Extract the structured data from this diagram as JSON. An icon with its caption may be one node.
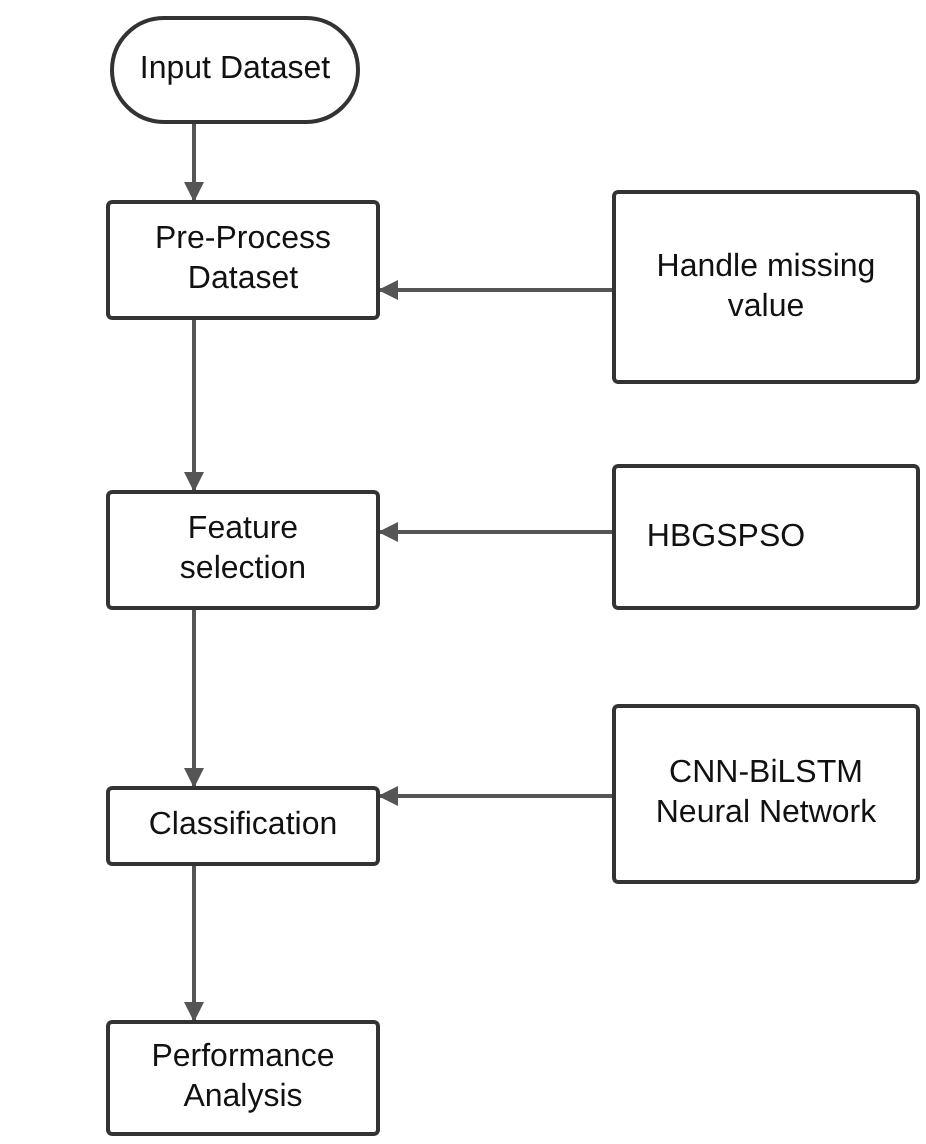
{
  "diagram": {
    "nodes": [
      {
        "text": [
          "Input Dataset"
        ]
      },
      {
        "text": [
          "Pre-Process Dataset"
        ]
      },
      {
        "text": [
          "Handle missing value"
        ]
      },
      {
        "text": [
          "Feature selection"
        ]
      },
      {
        "text": [
          "HBGSPSO"
        ]
      },
      {
        "text": [
          "Classification"
        ]
      },
      {
        "text": [
          "CNN-BiLSTM Neural Network"
        ]
      },
      {
        "text": [
          "Performance Analysis"
        ]
      }
    ],
    "edges": [
      {
        "from": 0,
        "to": 1,
        "arrow": "to"
      },
      {
        "from": 2,
        "to": 1,
        "arrow": "to"
      },
      {
        "from": 1,
        "to": 3,
        "arrow": "to"
      },
      {
        "from": 4,
        "to": 3,
        "arrow": "to"
      },
      {
        "from": 3,
        "to": 5,
        "arrow": "to"
      },
      {
        "from": 6,
        "to": 5,
        "arrow": "to"
      },
      {
        "from": 5,
        "to": 7,
        "arrow": "to"
      }
    ]
  }
}
